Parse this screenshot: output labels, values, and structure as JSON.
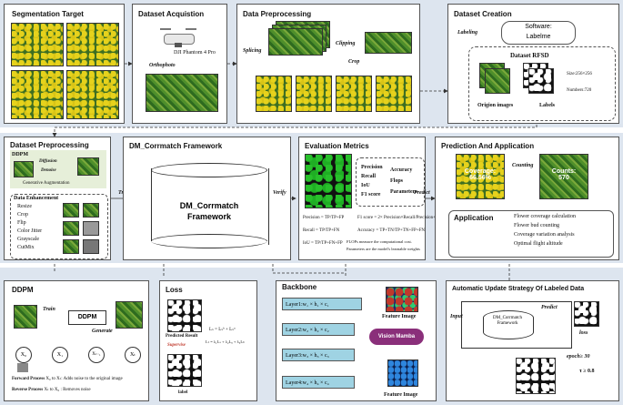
{
  "top": {
    "seg_title": "Segmentation Target",
    "acq_title": "Dataset Acquistion",
    "drone_label": "DJI Phantom 4 Pro",
    "ortho_label": "Orthophoto",
    "prep_title": "Data Preprocessing",
    "splicing": "Splicing",
    "clipping": "Clipping",
    "crop": "Crop",
    "creation_title": "Dataset Creation",
    "labeling": "Labeling",
    "software": "Software:",
    "labelme": "Labelme",
    "rfsd": "Dataset RFSD",
    "size": "Size:256×256",
    "numbers": "Numbers:720",
    "origin": "Origion images",
    "labels": "Labels"
  },
  "middle": {
    "dp_title": "Dataset Preprocessing",
    "ddpm": "DDPM",
    "diffusion": "Diffusion",
    "denoise": "Denoise",
    "gen_aug": "Generative Augmentation",
    "enh_title": "Data Enhancement",
    "enh_items": [
      "Resize",
      "Crop",
      "Flip",
      "Color Jitter",
      "Grayscale",
      "CutMix"
    ],
    "train": "Train",
    "dm_title": "DM_Corrmatch Framework",
    "dm_line1": "DM_Corrmatch",
    "dm_line2": "Framework",
    "verify": "Verify",
    "eval_title": "Evaluation Metrics",
    "metrics_left": [
      "Precision",
      "Recall",
      "IoU",
      "F1 score"
    ],
    "metrics_right": [
      "Accuracy",
      "Flops",
      "Parameters"
    ],
    "f_precision": "Precision =",
    "f_precision_num": "TP",
    "f_precision_den": "TP+FP",
    "f_f1": "F1 score = 2×",
    "f_f1_num": "Precision×Recall",
    "f_f1_den": "Precision+Recall",
    "f_recall": "Recall =",
    "f_recall_num": "TP",
    "f_recall_den": "TP+FN",
    "f_acc": "Accuracy =",
    "f_acc_num": "TP+TN",
    "f_acc_den": "TP+TN+FP+FN",
    "f_iou": "IoU =",
    "f_iou_num": "TP",
    "f_iou_den": "TP+FN+FP",
    "flops_note": "FLOPs measure the computational cost.",
    "params_note": "Parameters are the model's learnable weights",
    "predict": "Predict",
    "pa_title": "Prediction And Application",
    "coverage": "Coverage:",
    "coverage_val": "66.56%",
    "counting": "Counting",
    "counts": "Counts:",
    "counts_val": "570",
    "app_title": "Application",
    "app_items": [
      "Flower coverage calculation",
      "Flower bud counting",
      "Coverage variation analysis",
      "Optimal flight altitude"
    ]
  },
  "bottom": {
    "ddpm_title": "DDPM",
    "train": "Train",
    "ddpm_box": "DDPM",
    "generate": "Generate",
    "forward": "Forward Process",
    "forward_desc": "X₀ to Xₜ: Adds noise to the original image",
    "reverse": "Reverse Process",
    "reverse_desc": "Xₜ to X₀ : Removes noise",
    "x_nodes": [
      "X₀",
      "X₁",
      "Xₜ₋₁",
      "Xₜ"
    ],
    "loss_title": "Loss",
    "predicted": "Predicted Result",
    "supervise": "Supervise",
    "label": "label",
    "loss_formula": "Lₛ = Lₛʰ + Lₛᵘ",
    "loss_total": "Lₜ = λ₁Lₛ + λ₂Lᵤ + λ₃Lc",
    "backbone_title": "Backbone",
    "layer1": "Layer1:w₁ × h₁ × c₁",
    "layer2": "Layer2:w₂ × h₂ × c₂",
    "layer3": "Layer3:w₃ × h₃ × c₃",
    "layer4": "Layer4:w₄ × h₄ × c₄",
    "feature_image": "Feature Image",
    "vision_mamba": "Vision Mamba",
    "auto_title": "Automatic Update Strategy Of Labeled Data",
    "input": "Input",
    "dm_line1": "DM_Corrmatch",
    "dm_line2": "Framework",
    "predict": "Predict",
    "loss": "loss",
    "epoch": "epoch≥ 30",
    "tau": "τ ≥ 0.8"
  },
  "colors": {
    "band": "#dde5ef",
    "layer": "#9fd3e3",
    "mamba": "#8a2f7a",
    "arrow": "#333333"
  }
}
